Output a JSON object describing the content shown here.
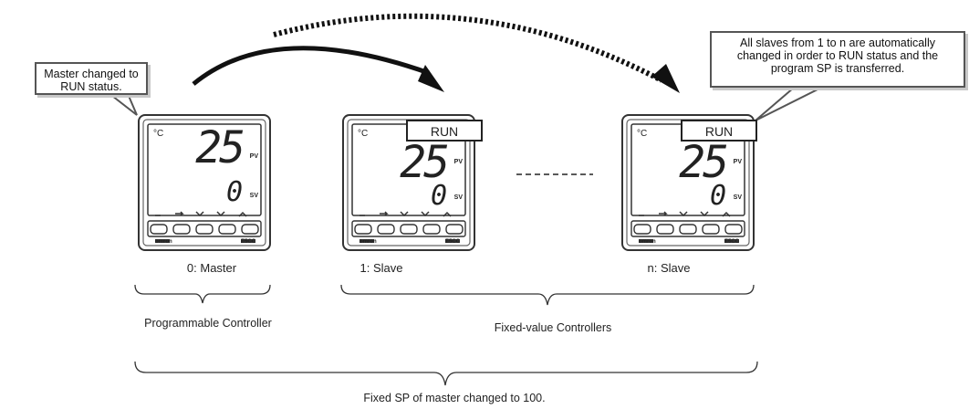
{
  "callouts": {
    "master": "Master changed to RUN status.",
    "slaves": "All slaves from 1 to n are automatically changed in order to RUN status and the program SP is transferred."
  },
  "controller": {
    "unit": "°C",
    "pv_value": "25",
    "sv_value": "0",
    "pv_tag": "PV",
    "sv_tag": "SV",
    "brand_left": "omron",
    "brand_right": "E5CC",
    "run_label": "RUN"
  },
  "devices": {
    "master_label": "0: Master",
    "slave1_label": "1: Slave",
    "slaven_label": "n: Slave"
  },
  "groups": {
    "programmable": "Programmable Controller",
    "fixed": "Fixed-value Controllers",
    "all": "Fixed SP of master changed to 100."
  }
}
